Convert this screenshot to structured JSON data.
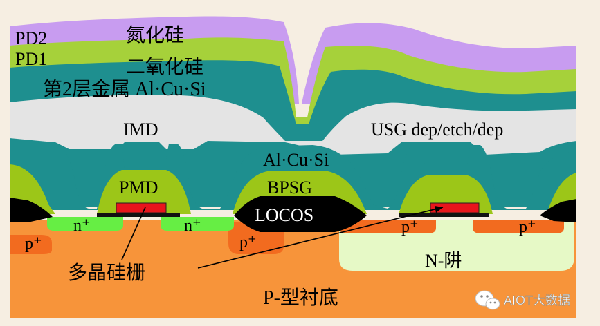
{
  "labels": {
    "pd2": "PD2",
    "nitride": "氮化硅",
    "pd1": "PD1",
    "oxide": "二氧化硅",
    "metal2": "第2层金属 Al·Cu·Si",
    "imd": "IMD",
    "usg": "USG dep/etch/dep",
    "alcusi": "Al·Cu·Si",
    "pmd": "PMD",
    "bpsg": "BPSG",
    "locos": "LOCOS",
    "nplus_left": "n⁺",
    "nplus_right": "n⁺",
    "pplus_left": "p⁺",
    "pplus_mid": "p⁺",
    "pplus_r1": "p⁺",
    "pplus_r2": "p⁺",
    "poly_gate": "多晶硅栅",
    "nwell": "N-阱",
    "substrate": "P-型衬底"
  },
  "watermark": {
    "text": "AIOT大数据",
    "icon": "wechat-icon"
  },
  "colors": {
    "background": "#f6eee2",
    "substrate": "#f7943a",
    "pplus": "#f26b1f",
    "nplus": "#66ee44",
    "nwell": "#e6f9c6",
    "locos": "#000000",
    "gate": "#e8141c",
    "bpsg": "#9cc618",
    "metal": "#1e8f8f",
    "imd": "#e4e4e4",
    "pd1": "#a6d13a",
    "pd2": "#c89cf0"
  }
}
